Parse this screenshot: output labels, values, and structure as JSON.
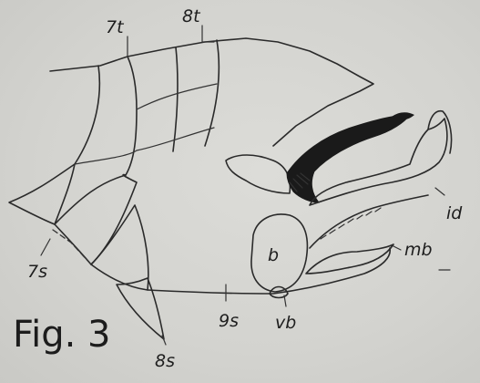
{
  "caption": "Fig. 3",
  "labels": {
    "t7": "7t",
    "t8": "8t",
    "s7": "7s",
    "s8": "8s",
    "s9": "9s",
    "vb": "vb",
    "b": "b",
    "id": "id",
    "mb": "mb"
  }
}
